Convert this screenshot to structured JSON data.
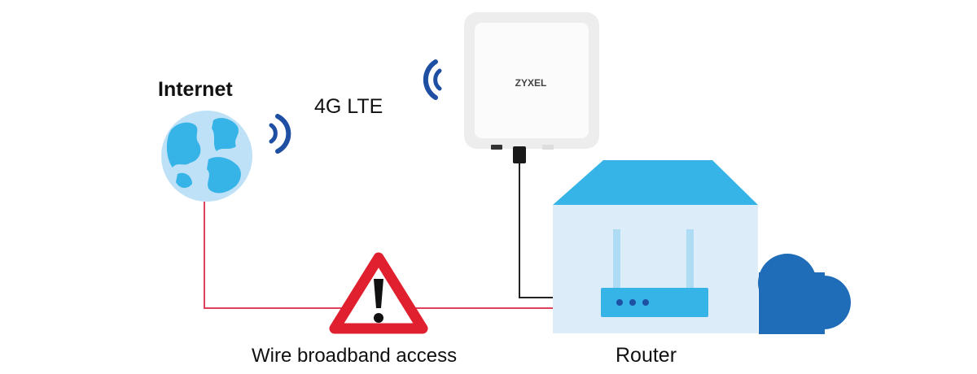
{
  "labels": {
    "internet": "Internet",
    "lte": "4G LTE",
    "wire": "Wire broadband access",
    "router": "Router",
    "brand": "ZYXEL"
  },
  "icons": {
    "globe": "globe-icon",
    "warning": "warning-triangle-icon",
    "signal": "wireless-signal-icon",
    "cloud": "cloud-icon",
    "house": "house-icon"
  },
  "colors": {
    "globe_light": "#bfe1f7",
    "globe_land": "#36b4e8",
    "signal_blue": "#1f4fa3",
    "house_roof": "#36b4e8",
    "house_wall": "#dcedf9",
    "router_body": "#36b4e8",
    "cloud": "#1f6db8",
    "wire_red": "#e0405a",
    "warning_red": "#e0202e"
  }
}
